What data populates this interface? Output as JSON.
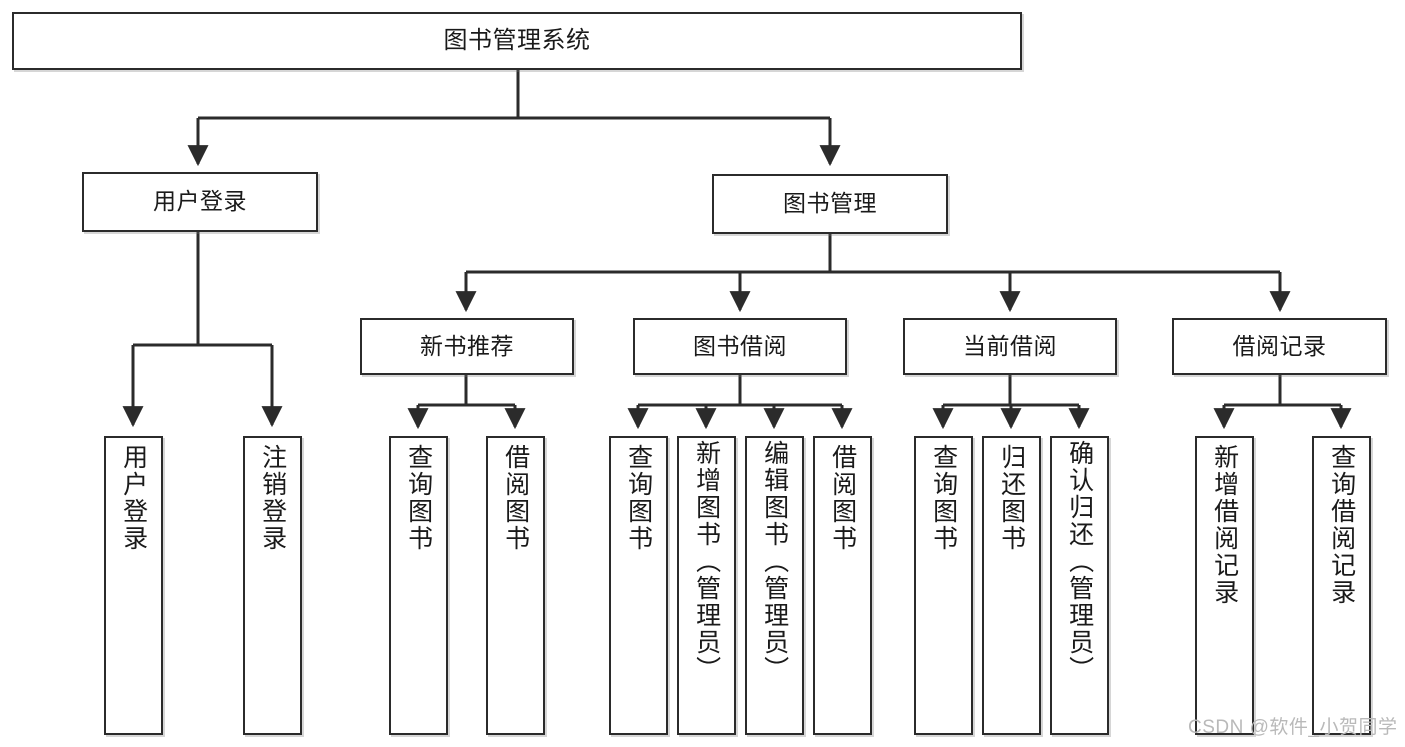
{
  "diagram": {
    "type": "tree-hierarchy",
    "title": "图书管理系统",
    "orientation": "top-down",
    "colors": {
      "box_border": "#2b2b2b",
      "box_fill": "#ffffff",
      "edge": "#2b2b2b",
      "text": "#1a1a1a",
      "watermark": "#b9b9b9"
    },
    "nodes": {
      "root": {
        "label": "图书管理系统",
        "level": 0
      },
      "l1": [
        {
          "id": "user_login",
          "label": "用户登录",
          "level": 1
        },
        {
          "id": "book_mgmt",
          "label": "图书管理",
          "level": 1
        }
      ],
      "l2": [
        {
          "id": "new_book_rec",
          "label": "新书推荐",
          "level": 2,
          "parent": "book_mgmt"
        },
        {
          "id": "book_borrow",
          "label": "图书借阅",
          "level": 2,
          "parent": "book_mgmt"
        },
        {
          "id": "current_borrow",
          "label": "当前借阅",
          "level": 2,
          "parent": "book_mgmt"
        },
        {
          "id": "borrow_record",
          "label": "借阅记录",
          "level": 2,
          "parent": "book_mgmt"
        }
      ],
      "leaves": [
        {
          "id": "leaf_user_login",
          "label": "用户登录",
          "parent": "user_login",
          "orientation": "vertical"
        },
        {
          "id": "leaf_user_logout",
          "label": "注销登录",
          "parent": "user_login",
          "orientation": "vertical"
        },
        {
          "id": "leaf_rec_query",
          "label": "查询图书",
          "parent": "new_book_rec",
          "orientation": "vertical"
        },
        {
          "id": "leaf_rec_borrow",
          "label": "借阅图书",
          "parent": "new_book_rec",
          "orientation": "vertical"
        },
        {
          "id": "leaf_borrow_query",
          "label": "查询图书",
          "parent": "book_borrow",
          "orientation": "vertical"
        },
        {
          "id": "leaf_borrow_add",
          "label": "新增图书（管理员）",
          "parent": "book_borrow",
          "orientation": "vertical"
        },
        {
          "id": "leaf_borrow_edit",
          "label": "编辑图书（管理员）",
          "parent": "book_borrow",
          "orientation": "vertical"
        },
        {
          "id": "leaf_borrow_do",
          "label": "借阅图书",
          "parent": "book_borrow",
          "orientation": "vertical"
        },
        {
          "id": "leaf_cur_query",
          "label": "查询图书",
          "parent": "current_borrow",
          "orientation": "vertical"
        },
        {
          "id": "leaf_cur_return",
          "label": "归还图书",
          "parent": "current_borrow",
          "orientation": "vertical"
        },
        {
          "id": "leaf_cur_confirm",
          "label": "确认归还（管理员）",
          "parent": "current_borrow",
          "orientation": "vertical"
        },
        {
          "id": "leaf_rec_add",
          "label": "新增借阅记录",
          "parent": "borrow_record",
          "orientation": "vertical"
        },
        {
          "id": "leaf_rec_query2",
          "label": "查询借阅记录",
          "parent": "borrow_record",
          "orientation": "vertical"
        }
      ]
    },
    "watermark": "CSDN @软件_小贺同学"
  }
}
